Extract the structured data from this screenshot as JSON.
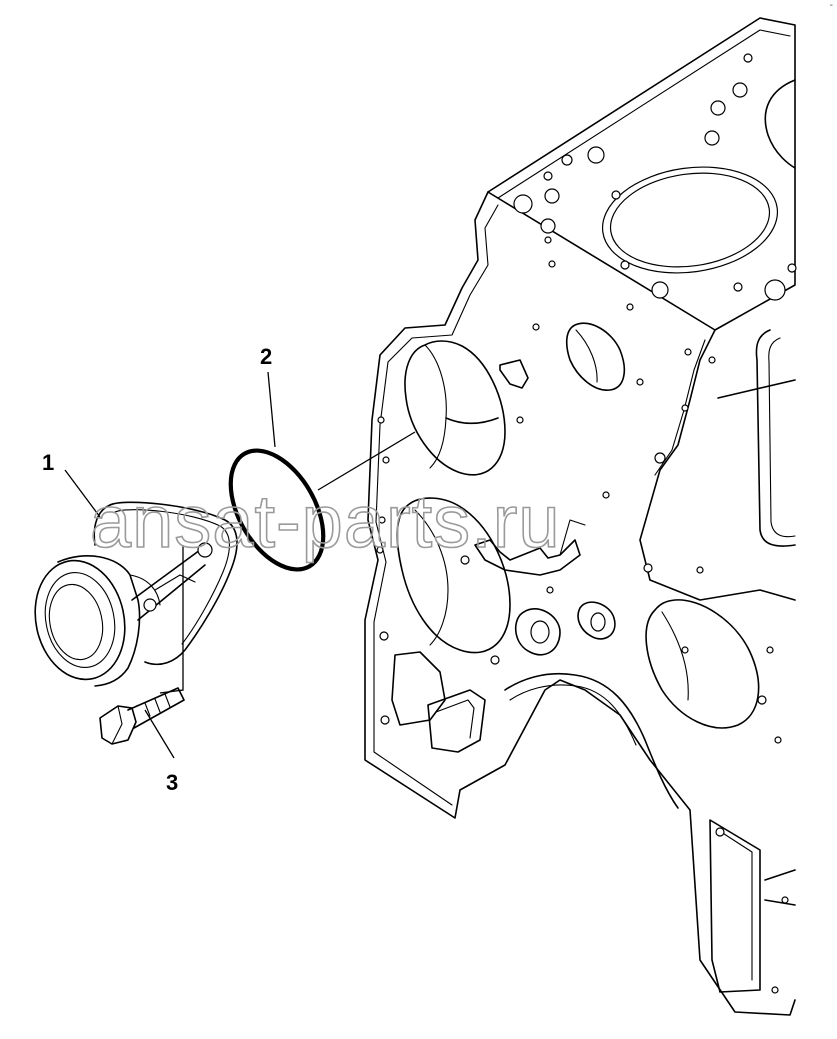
{
  "callouts": [
    {
      "id": "1",
      "label": "1"
    },
    {
      "id": "2",
      "label": "2"
    },
    {
      "id": "3",
      "label": "3"
    }
  ],
  "watermark": {
    "text": "ansat-parts.ru"
  },
  "corner_mark": {
    "text": "-"
  },
  "colors": {
    "line": "#000000",
    "background": "#ffffff",
    "watermark": "#9a9a9a"
  }
}
